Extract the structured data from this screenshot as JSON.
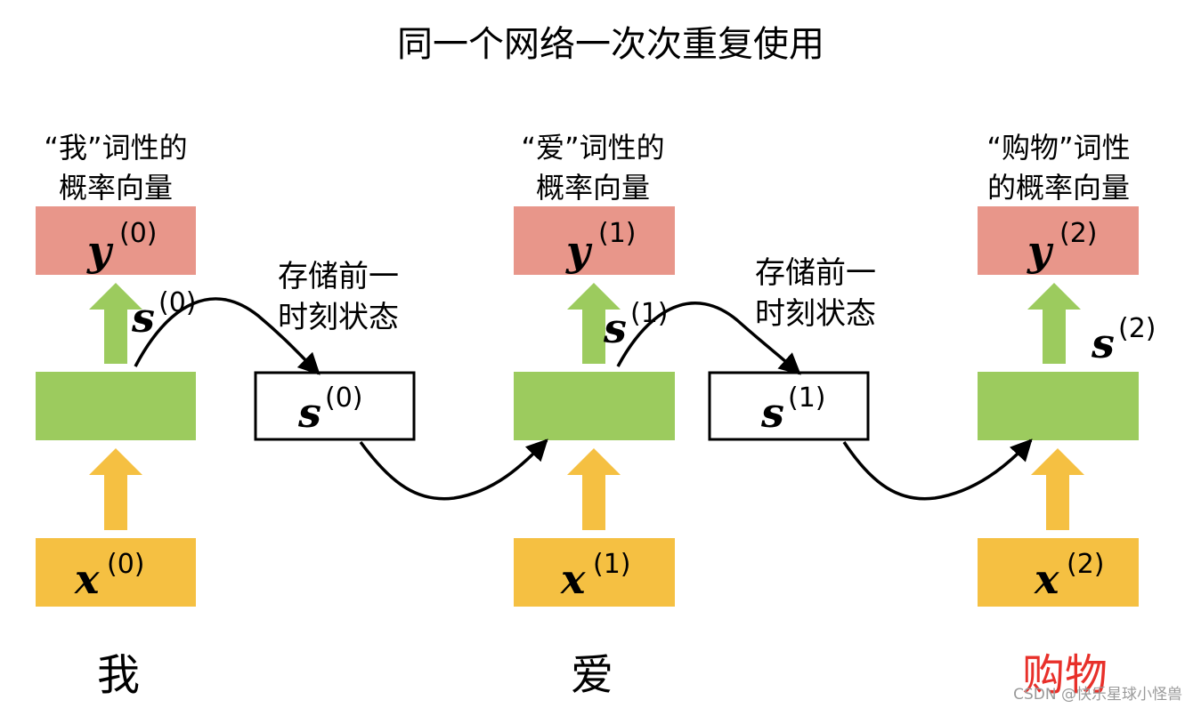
{
  "title": "同一个网络一次次重复使用",
  "colors": {
    "output": "#E8968A",
    "hidden": "#9CCB5E",
    "input": "#F5C042",
    "up_arrow_green": "#9CCB5E",
    "up_arrow_orange": "#F5C042",
    "word_highlight": "#E8302A",
    "line": "#000000"
  },
  "steps": [
    {
      "output_label": {
        "line1": "“我”词性的",
        "line2": "概率向量"
      },
      "y": {
        "base": "y",
        "sup": "(0)"
      },
      "s": {
        "base": "s",
        "sup": "(0)"
      },
      "x": {
        "base": "x",
        "sup": "(0)"
      },
      "word": "我"
    },
    {
      "output_label": {
        "line1": "“爱”词性的",
        "line2": "概率向量"
      },
      "y": {
        "base": "y",
        "sup": "(1)"
      },
      "s": {
        "base": "s",
        "sup": "(1)"
      },
      "x": {
        "base": "x",
        "sup": "(1)"
      },
      "word": "爱"
    },
    {
      "output_label": {
        "line1": "“购物”词性",
        "line2": "的概率向量"
      },
      "y": {
        "base": "y",
        "sup": "(2)"
      },
      "s": {
        "base": "s",
        "sup": "(2)"
      },
      "x": {
        "base": "x",
        "sup": "(2)"
      },
      "word": "购物"
    }
  ],
  "memory": [
    {
      "label": {
        "line1": "存储前一",
        "line2": "时刻状态"
      },
      "s": {
        "base": "s",
        "sup": "(0)"
      }
    },
    {
      "label": {
        "line1": "存储前一",
        "line2": "时刻状态"
      },
      "s": {
        "base": "s",
        "sup": "(1)"
      }
    }
  ],
  "watermark": "CSDN @快乐星球小怪兽"
}
